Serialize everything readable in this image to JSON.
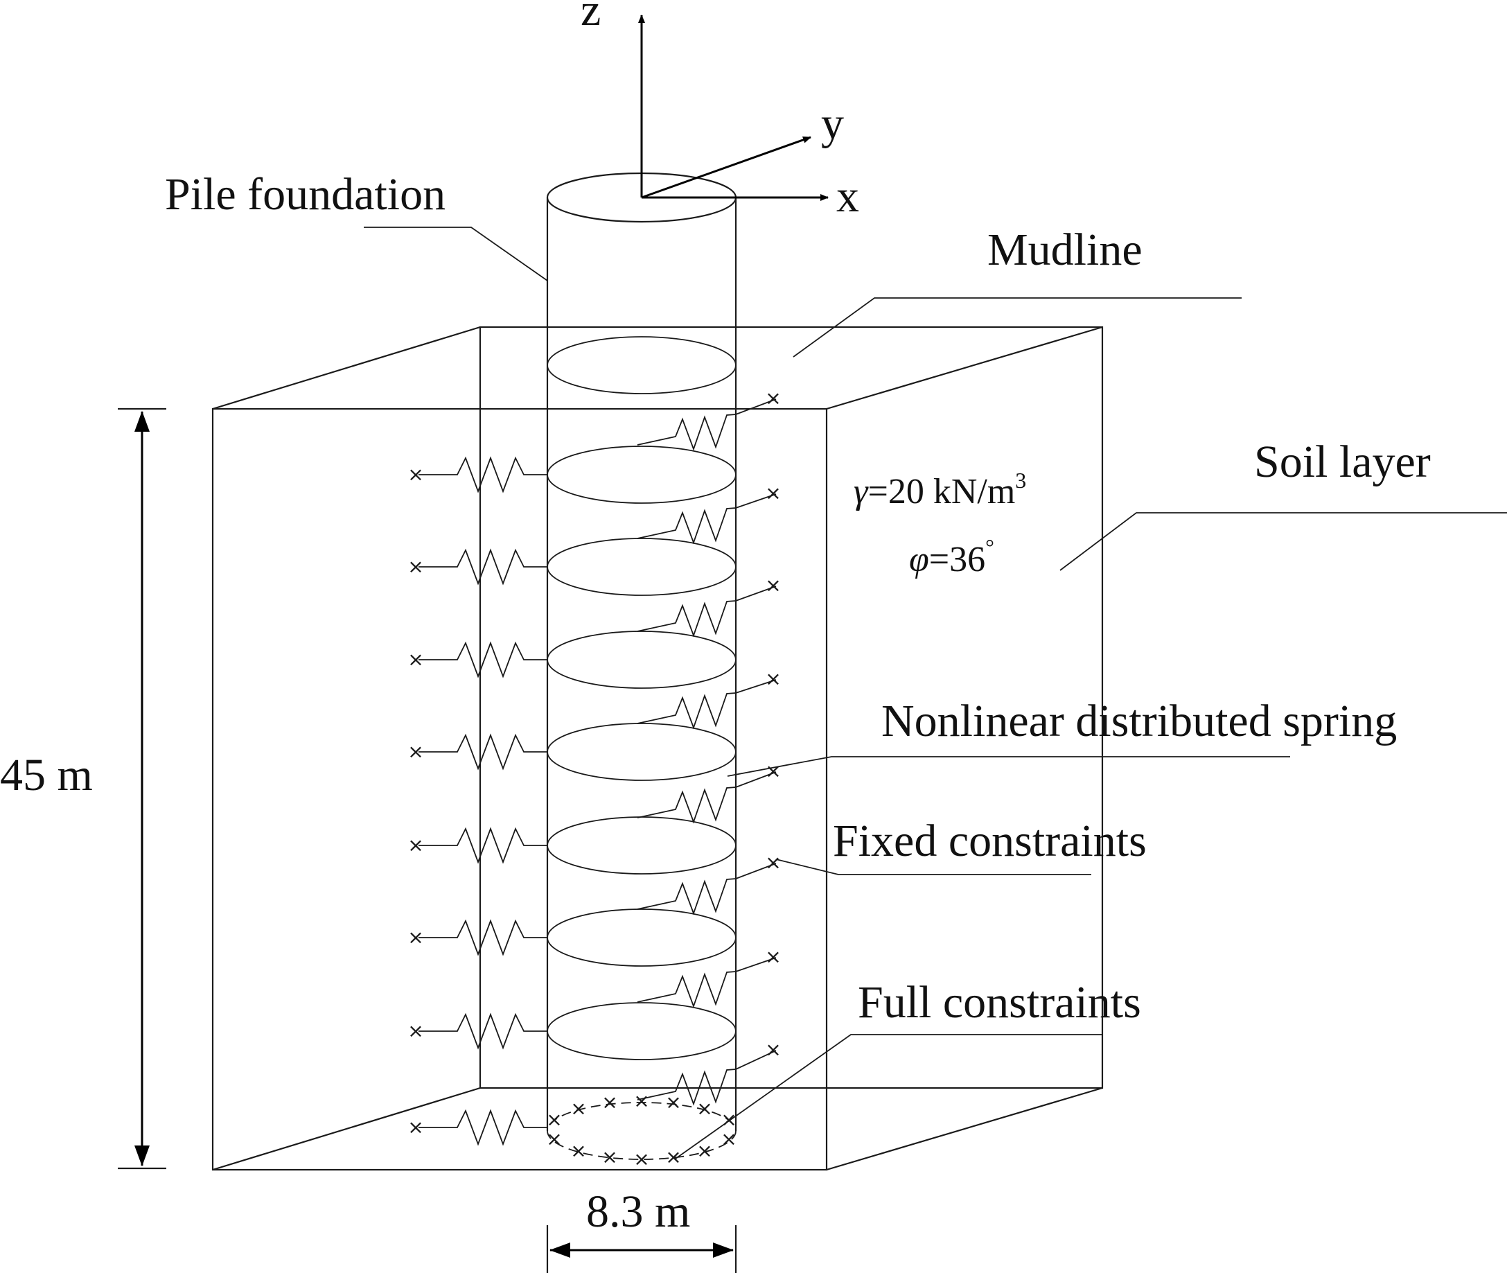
{
  "axes": {
    "z_label": "z",
    "y_label": "y",
    "x_label": "x"
  },
  "labels": {
    "pile_foundation": "Pile foundation",
    "mudline": "Mudline",
    "soil_layer": "Soil layer",
    "nonlinear_spring": "Nonlinear distributed spring",
    "fixed_constraints": "Fixed constraints",
    "full_constraints": "Full constraints"
  },
  "soil_properties": {
    "gamma_symbol": "γ",
    "gamma_value": "=20 kN/m",
    "gamma_unit_exponent": "3",
    "phi_symbol": "φ",
    "phi_value": "=36",
    "phi_degree": "°"
  },
  "dimensions": {
    "height": "45 m",
    "diameter": "8.3 m"
  }
}
